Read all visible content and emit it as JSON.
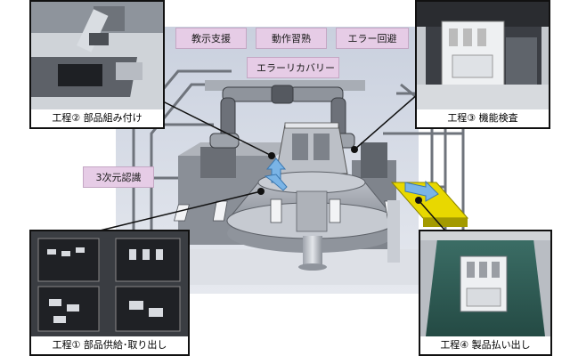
{
  "tags": {
    "teaching_support": "教示支援",
    "motion_learning": "動作習熟",
    "error_avoidance": "エラー回避",
    "error_recovery": "エラーリカバリー",
    "vision_3d": "3次元認識"
  },
  "steps": {
    "step2": "工程② 部品組み付け",
    "step3": "工程③ 機能検査",
    "step1": "工程① 部品供給･取り出し",
    "step4": "工程④ 製品払い出し"
  },
  "colors": {
    "tag_bg": "#e6cce6",
    "arrow": "#7ab4e6",
    "belt_yellow": "#e8d800",
    "belt_green": "#2f5e56"
  }
}
